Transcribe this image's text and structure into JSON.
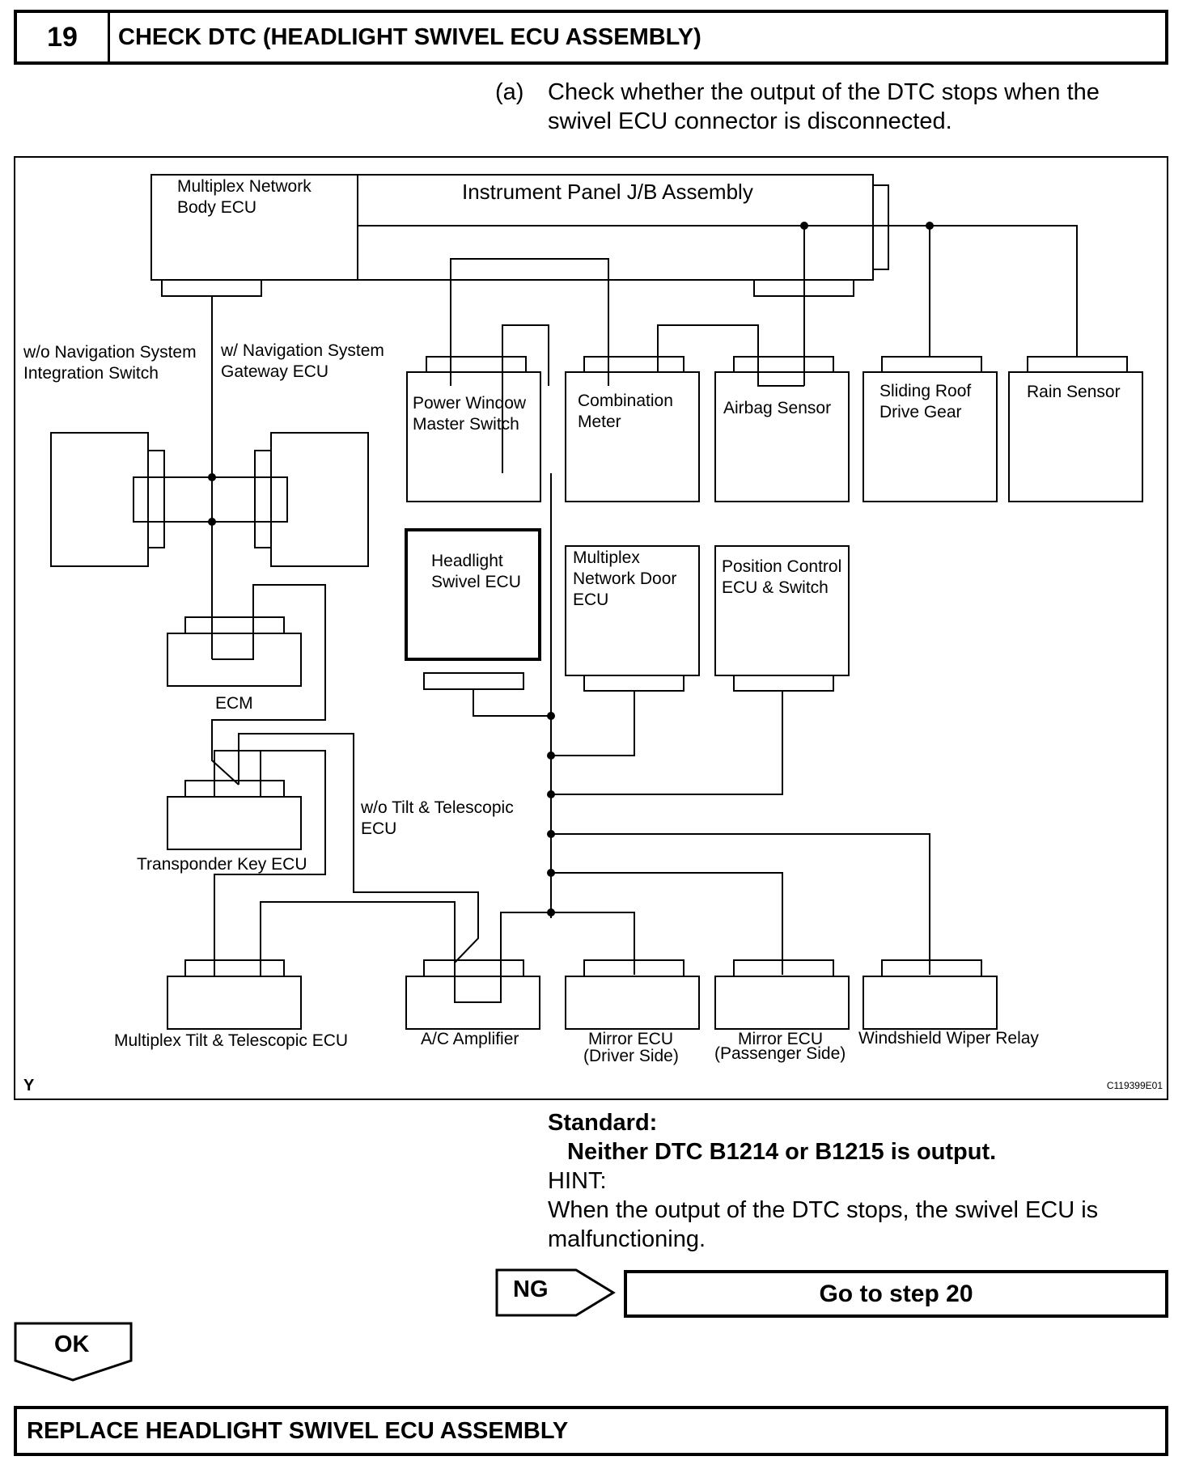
{
  "step": {
    "number": "19",
    "title": "CHECK DTC (HEADLIGHT SWIVEL ECU ASSEMBLY)"
  },
  "instruction": {
    "label": "(a)",
    "text": "Check whether the output of the DTC stops when the swivel ECU connector is disconnected."
  },
  "diagram": {
    "components": {
      "body_ecu_l1": "Multiplex Network",
      "body_ecu_l2": "Body ECU",
      "jb": "Instrument Panel J/B Assembly",
      "wo_nav_l1": "w/o Navigation System",
      "wo_nav_l2": "Integration Switch",
      "w_nav_l1": "w/ Navigation System",
      "w_nav_l2": "Gateway ECU",
      "pw_l1": "Power Window",
      "pw_l2": "Master Switch",
      "cm_l1": "Combination",
      "cm_l2": "Meter",
      "airbag": "Airbag Sensor",
      "sr_l1": "Sliding Roof",
      "sr_l2": "Drive Gear",
      "rain": "Rain Sensor",
      "hs_l1": "Headlight",
      "hs_l2": "Swivel ECU",
      "door_l1": "Multiplex",
      "door_l2": "Network Door",
      "door_l3": "ECU",
      "pos_l1": "Position Control",
      "pos_l2": "ECU & Switch",
      "ecm": "ECM",
      "transponder": "Transponder Key ECU",
      "wo_tilt_l1": "w/o Tilt & Telescopic",
      "wo_tilt_l2": "ECU",
      "tilt": "Multiplex Tilt & Telescopic ECU",
      "ac": "A/C Amplifier",
      "mirror_d_l1": "Mirror ECU",
      "mirror_d_l2": "(Driver Side)",
      "mirror_p_l1": "Mirror ECU",
      "mirror_p_l2": "(Passenger Side)",
      "wiper": "Windshield Wiper Relay"
    },
    "corner_left": "Y",
    "figure_code": "C119399E01"
  },
  "standard": {
    "label": "Standard:",
    "value": "Neither DTC B1214 or B1215 is output.",
    "hint_label": "HINT:",
    "hint_text": "When the output of the DTC stops, the swivel ECU is malfunctioning."
  },
  "results": {
    "ng_label": "NG",
    "ng_action": "Go to step 20",
    "ok_label": "OK",
    "ok_action": "REPLACE HEADLIGHT SWIVEL ECU ASSEMBLY"
  }
}
